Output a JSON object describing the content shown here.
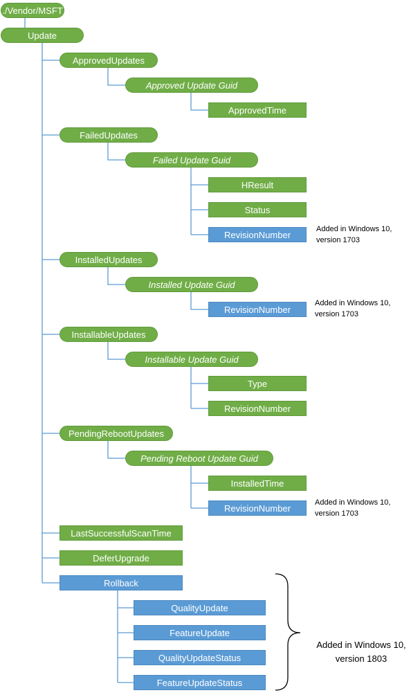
{
  "nodes": {
    "root": "./Vendor/MSFT",
    "update": "Update",
    "approved_updates": "ApprovedUpdates",
    "approved_guid": "Approved Update Guid",
    "approved_time": "ApprovedTime",
    "failed_updates": "FailedUpdates",
    "failed_guid": "Failed Update Guid",
    "hresult": "HResult",
    "status": "Status",
    "failed_revision": "RevisionNumber",
    "installed_updates": "InstalledUpdates",
    "installed_guid": "Installed Update Guid",
    "installed_revision": "RevisionNumber",
    "installable_updates": "InstallableUpdates",
    "installable_guid": "Installable Update Guid",
    "type": "Type",
    "installable_revision": "RevisionNumber",
    "pending_reboot_updates": "PendingRebootUpdates",
    "pending_guid": "Pending Reboot Update Guid",
    "installed_time": "InstalledTime",
    "pending_revision": "RevisionNumber",
    "last_scan": "LastSuccessfulScanTime",
    "defer_upgrade": "DeferUpgrade",
    "rollback": "Rollback",
    "quality_update": "QualityUpdate",
    "feature_update": "FeatureUpdate",
    "quality_update_status": "QualityUpdateStatus",
    "feature_update_status": "FeatureUpdateStatus"
  },
  "notes": {
    "failed_revision_note": "Added in Windows 10,\nversion 1703",
    "installed_revision_note": "Added in Windows 10,\nversion 1703",
    "pending_revision_note": "Added in Windows 10,\nversion 1703",
    "rollback_note": "Added in Windows 10,\nversion 1803"
  },
  "colors": {
    "green": "#70ad47",
    "blue": "#5b9bd5",
    "line": "#5b9bd5",
    "brace": "#000000"
  }
}
